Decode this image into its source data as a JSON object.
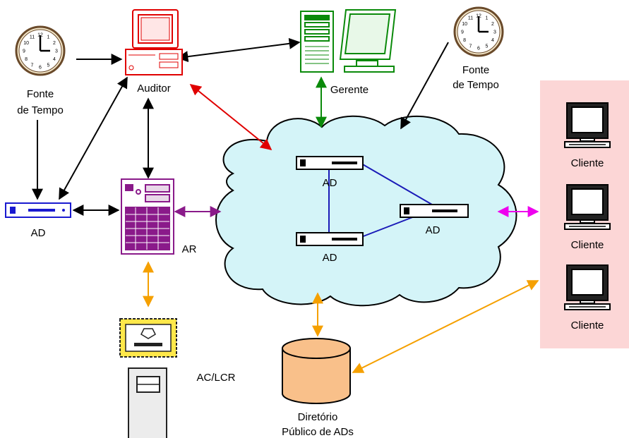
{
  "colors": {
    "auditor": "#e00000",
    "gerente": "#0a8a0a",
    "ad_box": "#1a1ad0",
    "ar": "#8a1a8a",
    "orange": "#f5a000",
    "magenta": "#ee00ee",
    "cloud": "#d4f4f8",
    "client_panel": "#fcd6d6",
    "link_blue": "#1a1ab8",
    "cylinder": "#f9c08a"
  },
  "labels": {
    "fonte_left_1": "Fonte",
    "fonte_left_2": "de Tempo",
    "fonte_right_1": "Fonte",
    "fonte_right_2": "de Tempo",
    "auditor": "Auditor",
    "gerente": "Gerente",
    "ad_left": "AD",
    "ar": "AR",
    "ac_lcr": "AC/LCR",
    "cloud_ad_top": "AD",
    "cloud_ad_right": "AD",
    "cloud_ad_bottom": "AD",
    "diretorio_1": "Diretório",
    "diretorio_2": "Público de ADs"
  },
  "clock_numbers": [
    "12",
    "1",
    "2",
    "3",
    "4",
    "5",
    "6",
    "7",
    "8",
    "9",
    "10",
    "11"
  ],
  "clients": [
    {
      "label": "Cliente"
    },
    {
      "label": "Cliente"
    },
    {
      "label": "Cliente"
    }
  ]
}
